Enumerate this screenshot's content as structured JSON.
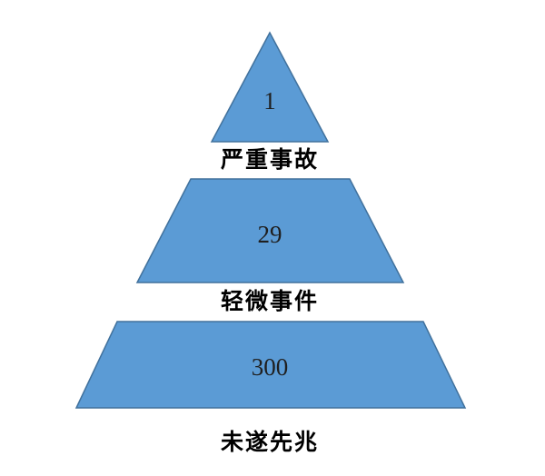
{
  "diagram": {
    "name": "accident-pyramid",
    "levels": [
      {
        "value": "1",
        "label": "严重事故"
      },
      {
        "value": "29",
        "label": "轻微事件"
      },
      {
        "value": "300",
        "label": "未遂先兆"
      }
    ]
  },
  "colors": {
    "shape_fill": "#5B9BD5",
    "shape_stroke": "#41719C",
    "number_color": "#1f1f1f",
    "label_color": "#000000"
  }
}
